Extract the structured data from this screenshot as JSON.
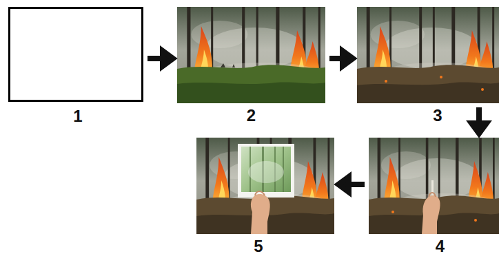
{
  "diagram": {
    "nodes": [
      {
        "text": [
          "1"
        ]
      },
      {
        "text": [
          "2"
        ]
      },
      {
        "text": [
          "3"
        ]
      },
      {
        "text": [
          "4"
        ]
      },
      {
        "text": [
          "5"
        ]
      }
    ],
    "edges": [
      {
        "from": 0,
        "to": 1,
        "arrow": "to"
      },
      {
        "from": 1,
        "to": 2,
        "arrow": "to"
      },
      {
        "from": 2,
        "to": 3,
        "arrow": "to"
      },
      {
        "from": 3,
        "to": 4,
        "arrow": "to"
      }
    ]
  }
}
